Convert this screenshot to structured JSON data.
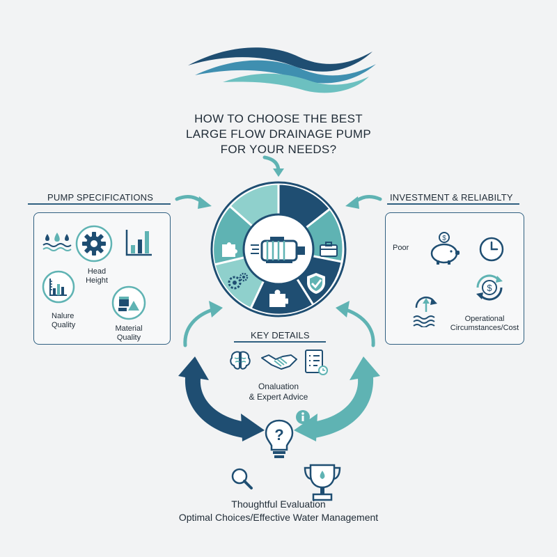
{
  "title": {
    "line1": "HOW TO CHOOSE THE BEST",
    "line2": "LARGE FLOW DRAINAGE PUMP",
    "line3": "FOR YOUR NEEDS?"
  },
  "left_panel": {
    "heading": "PUMP SPECIFICATIONS",
    "head_height_1": "Head",
    "head_height_2": "Height",
    "nature_quality_1": "Nalure",
    "nature_quality_2": "Quality",
    "material_quality_1": "Material",
    "material_quality_2": "Quality"
  },
  "right_panel": {
    "heading": "INVESTMENT & RELIABILTY",
    "poor": "Poor",
    "operational_1": "Operational",
    "operational_2": "Circumstances/Cost"
  },
  "key_details": {
    "heading": "KEY DETAILS",
    "line1": "Onaluation",
    "line2": "& Expert Advice"
  },
  "bottom": {
    "line1": "Thoughtful Evaluation",
    "line2": "Optimal Choices/Effective Water Management"
  },
  "colors": {
    "navy": "#1f4e72",
    "teal": "#5fb3b3",
    "light_teal": "#8fd0cc",
    "text": "#1f2b36"
  },
  "icons": [
    "wave-logo-icon",
    "water-drops-icon",
    "gear-icon",
    "bar-chart-icon",
    "ruler-chart-icon",
    "materials-icon",
    "piggy-bank-icon",
    "clock-icon",
    "dollar-cycle-icon",
    "water-level-icon",
    "puzzle-icon",
    "pump-icon",
    "briefcase-icon",
    "shield-check-icon",
    "gears-icon",
    "brain-icon",
    "handshake-icon",
    "checklist-icon",
    "lightbulb-question-icon",
    "info-icon",
    "magnifier-icon",
    "trophy-icon"
  ]
}
